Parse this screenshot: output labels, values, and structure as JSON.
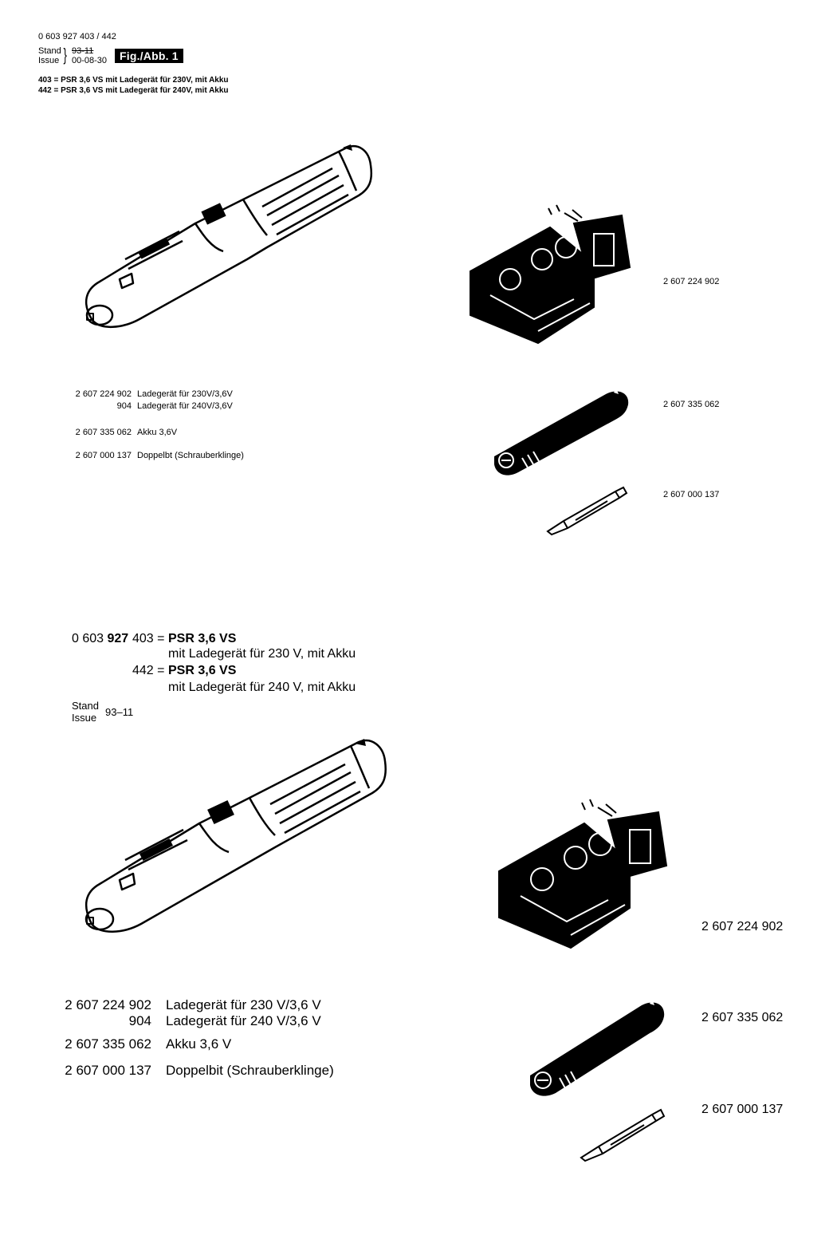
{
  "top": {
    "ref_number": "0 603 927 403 / 442",
    "stand_label": "Stand",
    "issue_label": "Issue",
    "stand_old": "93-11",
    "issue_date": "00-08-30",
    "fig_label": "Fig./Abb. 1",
    "variant_403": "403 = PSR 3,6 VS mit Ladegerät für 230V, mit Akku",
    "variant_442": "442 = PSR 3,6 VS mit Ladegerät für 240V, mit Akku",
    "callouts": {
      "charger": "2 607 224 902",
      "battery": "2 607 335 062",
      "bit": "2 607 000 137"
    },
    "parts": [
      {
        "number": "2 607 224 902",
        "desc": "Ladegerät für 230V/3,6V"
      },
      {
        "number": "904",
        "desc": "Ladegerät für 240V/3,6V"
      },
      {
        "number": "2 607 335 062",
        "desc": "Akku 3,6V"
      },
      {
        "number": "2 607 000 137",
        "desc": "Doppelbt (Schrauberklinge)"
      }
    ]
  },
  "bottom": {
    "ref_prefix": "0 603",
    "ref_bold": "927",
    "v1_code": "403 =",
    "v1_model": "PSR 3,6 VS",
    "v1_desc": "mit Ladegerät für 230 V, mit Akku",
    "v2_code": "442 =",
    "v2_model": "PSR 3,6 VS",
    "v2_desc": "mit Ladegerät für 240 V, mit Akku",
    "stand_label": "Stand",
    "issue_label": "Issue",
    "stand_value": "93–11",
    "callouts": {
      "charger": "2 607 224 902",
      "battery": "2 607 335 062",
      "bit": "2 607 000 137"
    },
    "parts": [
      {
        "number": "2 607 224 902",
        "desc": "Ladegerät für 230 V/3,6 V"
      },
      {
        "number": "904",
        "desc": "Ladegerät für 240 V/3,6 V"
      },
      {
        "number": "2 607 335 062",
        "desc": "Akku 3,6 V"
      },
      {
        "number": "2 607 000 137",
        "desc": "Doppelbit (Schrauberklinge)"
      }
    ]
  }
}
